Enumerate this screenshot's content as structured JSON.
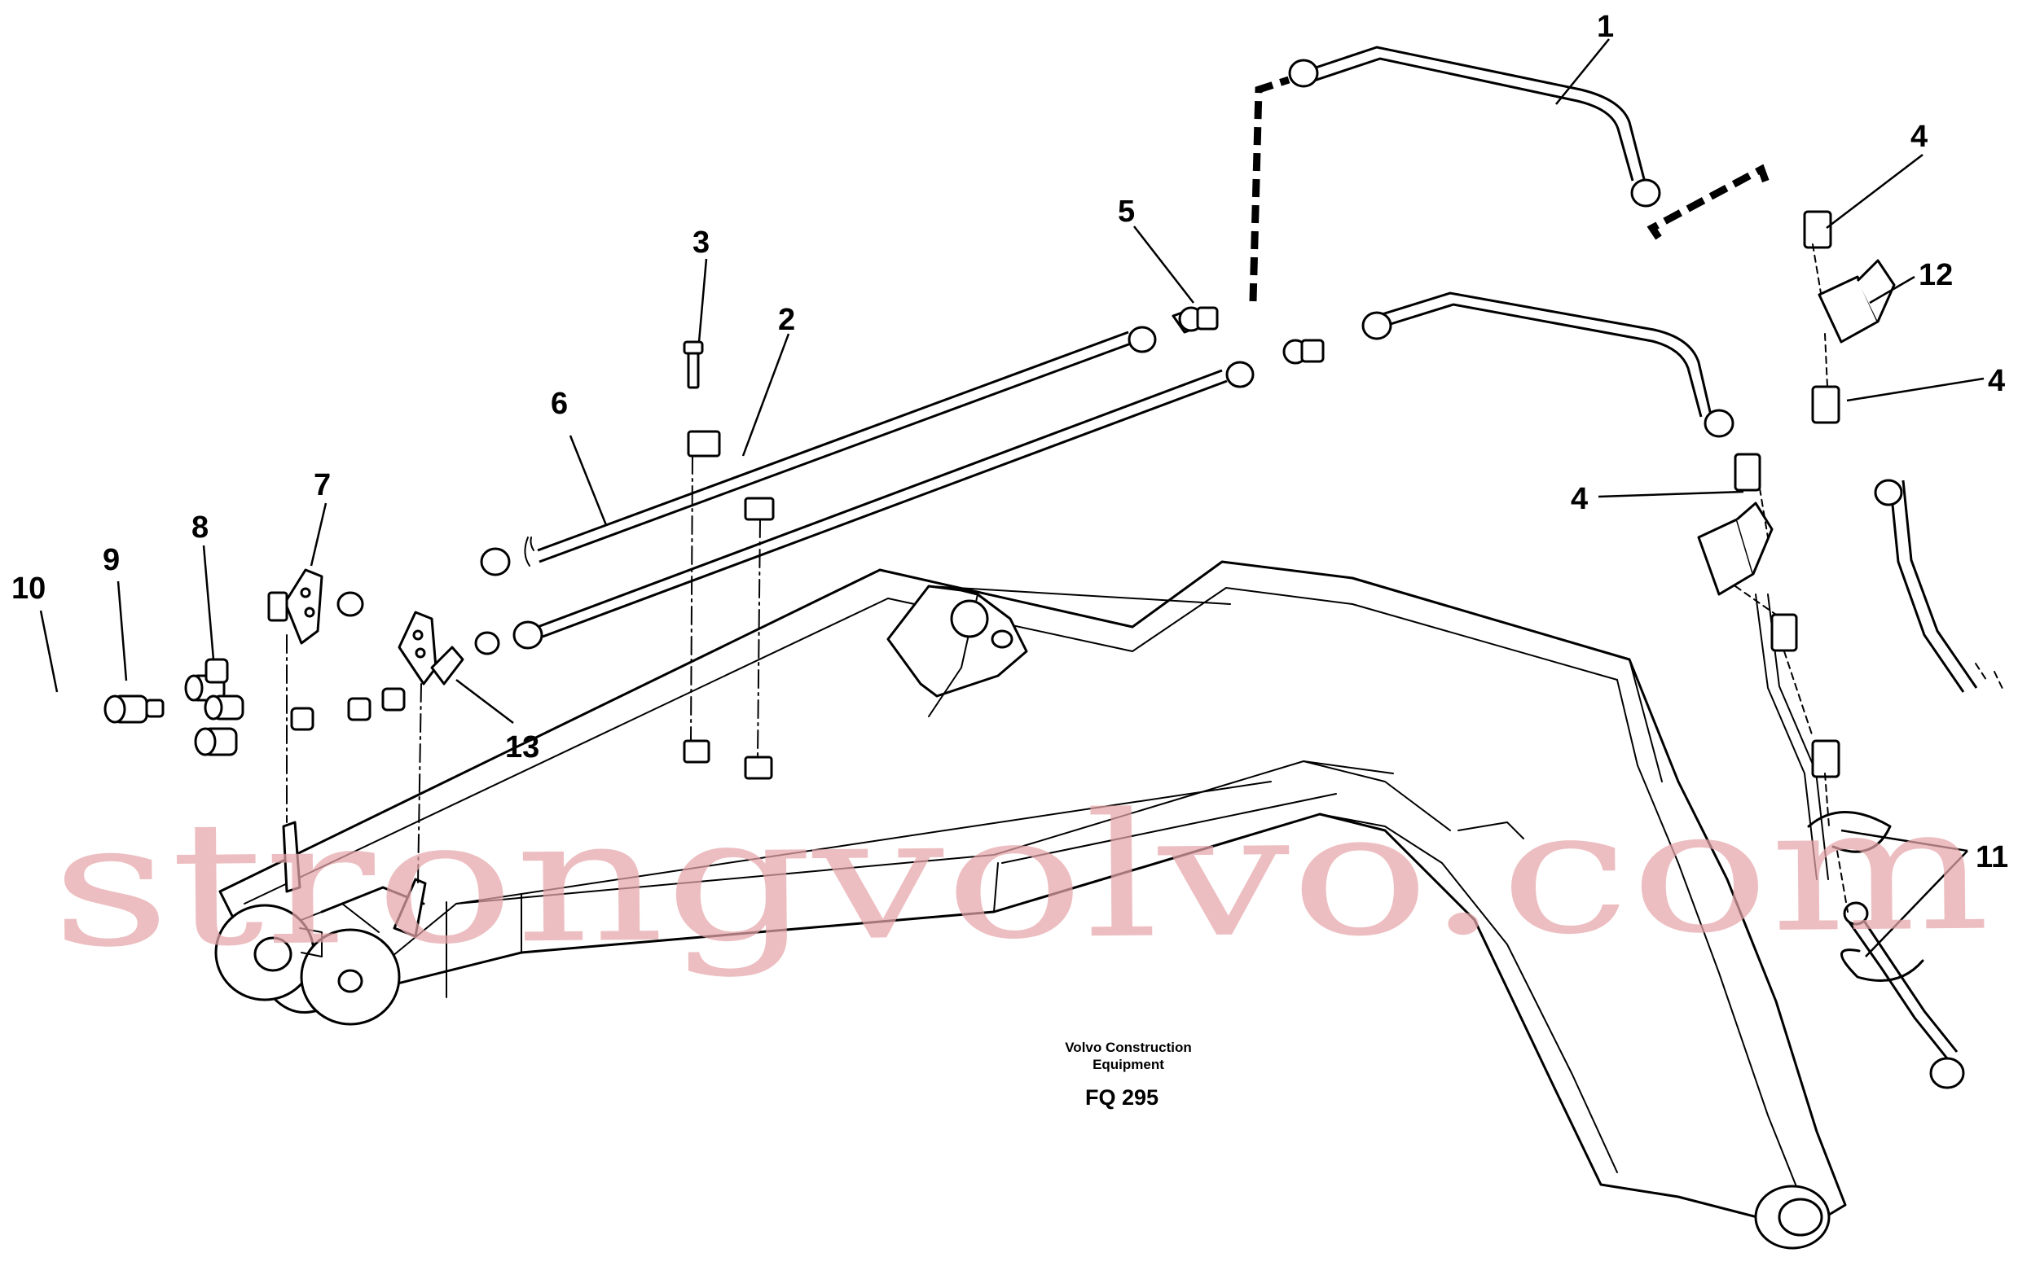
{
  "callouts": [
    {
      "id": "c1",
      "label": "1"
    },
    {
      "id": "c2",
      "label": "2"
    },
    {
      "id": "c3",
      "label": "3"
    },
    {
      "id": "c4a",
      "label": "4"
    },
    {
      "id": "c4b",
      "label": "4"
    },
    {
      "id": "c4c",
      "label": "4"
    },
    {
      "id": "c5",
      "label": "5"
    },
    {
      "id": "c6",
      "label": "6"
    },
    {
      "id": "c7",
      "label": "7"
    },
    {
      "id": "c8",
      "label": "8"
    },
    {
      "id": "c9",
      "label": "9"
    },
    {
      "id": "c10",
      "label": "10"
    },
    {
      "id": "c11",
      "label": "11"
    },
    {
      "id": "c12",
      "label": "12"
    },
    {
      "id": "c13",
      "label": "13"
    }
  ],
  "caption": {
    "line1": "Volvo Construction",
    "line2": "Equipment",
    "code": "FQ 295"
  },
  "watermark": "strongvolvo.com",
  "colors": {
    "ink": "#000000",
    "paper": "#ffffff",
    "watermark": "#e7a6aa"
  }
}
